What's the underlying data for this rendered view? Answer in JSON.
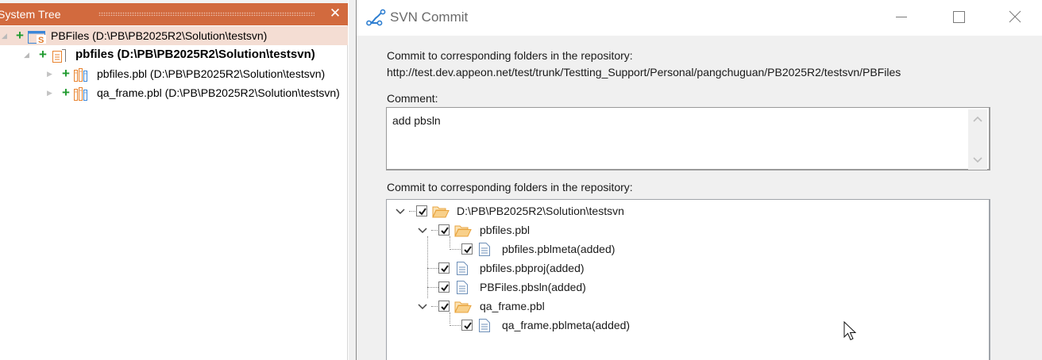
{
  "system_tree": {
    "title": "System Tree",
    "close_label": "✕",
    "items": [
      {
        "label": "PBFiles (D:\\PB\\PB2025R2\\Solution\\testsvn)",
        "type": "solution",
        "expanded": true,
        "selected": true,
        "status": "added"
      },
      {
        "label": "pbfiles (D:\\PB\\PB2025R2\\Solution\\testsvn)",
        "type": "project",
        "expanded": true,
        "bold": true,
        "status": "added"
      },
      {
        "label": "pbfiles.pbl (D:\\PB\\PB2025R2\\Solution\\testsvn)",
        "type": "library",
        "expanded": false,
        "status": "added"
      },
      {
        "label": "qa_frame.pbl (D:\\PB\\PB2025R2\\Solution\\testsvn)",
        "type": "library",
        "expanded": false,
        "status": "added"
      }
    ]
  },
  "dialog": {
    "title": "SVN Commit",
    "controls": {
      "minimize": "minimize",
      "maximize": "maximize",
      "close": "close"
    },
    "repo_label": "Commit to corresponding folders in the repository:",
    "repo_url": "http://test.dev.appeon.net/test/trunk/Testting_Support/Personal/pangchuguan/PB2025R2/testsvn/PBFiles",
    "comment_label": "Comment:",
    "comment_value": "add pbsln",
    "files_label": "Commit to corresponding folders in the repository:",
    "files": [
      {
        "label": "D:\\PB\\PB2025R2\\Solution\\testsvn",
        "type": "folder",
        "level": 0,
        "checked": true,
        "expanded": true
      },
      {
        "label": "pbfiles.pbl",
        "type": "folder",
        "level": 1,
        "checked": true,
        "expanded": true
      },
      {
        "label": "pbfiles.pblmeta(added)",
        "type": "file",
        "level": 2,
        "checked": true
      },
      {
        "label": "pbfiles.pbproj(added)",
        "type": "file",
        "level": 1,
        "checked": true
      },
      {
        "label": "PBFiles.pbsln(added)",
        "type": "file",
        "level": 1,
        "checked": true
      },
      {
        "label": "qa_frame.pbl",
        "type": "folder",
        "level": 1,
        "checked": true,
        "expanded": true
      },
      {
        "label": "qa_frame.pblmeta(added)",
        "type": "file",
        "level": 2,
        "checked": true
      }
    ]
  },
  "colors": {
    "panel_header": "#d26a3e",
    "selected_row": "#f4ddd3",
    "added_plus": "#1f9a2e",
    "dialog_bg": "#f0f0f0",
    "folder": "#e8a33c",
    "svn_icon": "#2f7fd1"
  }
}
